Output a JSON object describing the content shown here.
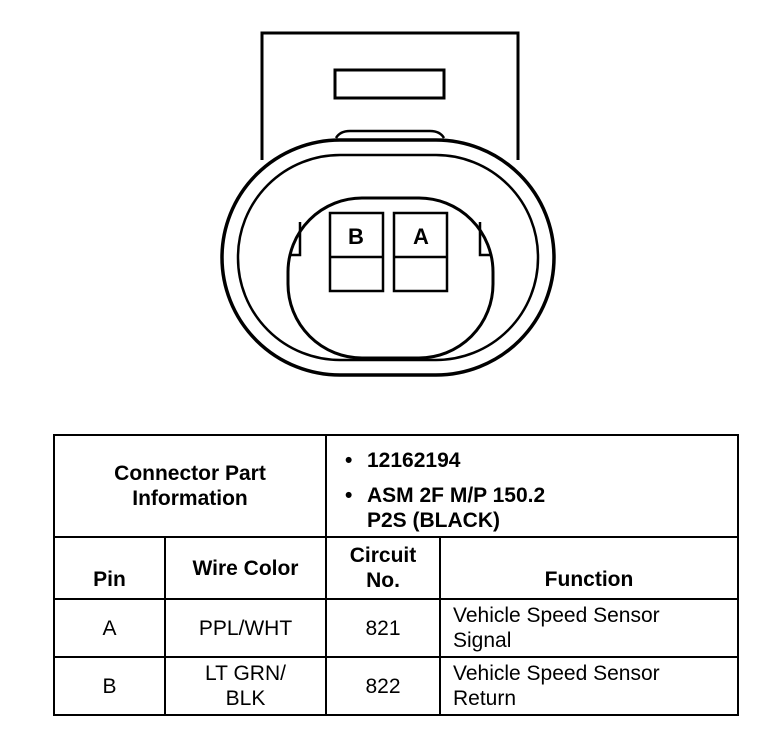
{
  "connector": {
    "pin_b_label": "B",
    "pin_a_label": "A"
  },
  "table": {
    "part_info_label_line1": "Connector Part",
    "part_info_label_line2": "Information",
    "part_items": [
      {
        "line1": "12162194",
        "line2": ""
      },
      {
        "line1": "ASM 2F M/P 150.2",
        "line2": "P2S (BLACK)"
      }
    ],
    "headers": {
      "pin": "Pin",
      "wire_color": "Wire Color",
      "circuit_line1": "Circuit",
      "circuit_line2": "No.",
      "function": "Function"
    },
    "rows": [
      {
        "pin": "A",
        "wire_color_line1": "PPL/WHT",
        "wire_color_line2": "",
        "circuit": "821",
        "function_line1": "Vehicle Speed Sensor",
        "function_line2": "Signal"
      },
      {
        "pin": "B",
        "wire_color_line1": "LT GRN/",
        "wire_color_line2": "BLK",
        "circuit": "822",
        "function_line1": "Vehicle Speed Sensor",
        "function_line2": "Return"
      }
    ]
  }
}
